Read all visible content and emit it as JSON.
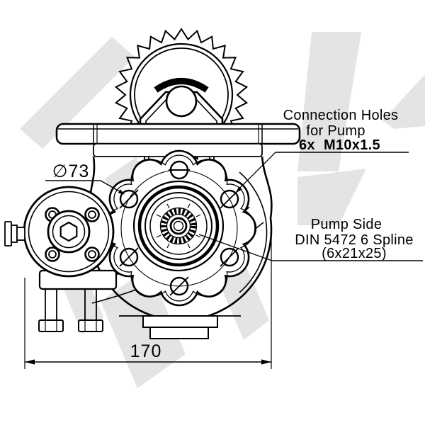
{
  "annotations": {
    "connection_holes": {
      "line1": "Connection Holes",
      "line2": "for Pump",
      "qty": "6x",
      "thread": "M10x1.5"
    },
    "pump_side": {
      "line1": "Pump Side",
      "line2": "DIN 5472 6 Spline",
      "line3": "(6x21x25)"
    }
  },
  "dimensions": {
    "pump_flange_bolt_circle": "∅73",
    "overall_width": "170"
  },
  "colors": {
    "line": "#000000",
    "watermark": "#e4e4e4",
    "background": "#ffffff"
  }
}
